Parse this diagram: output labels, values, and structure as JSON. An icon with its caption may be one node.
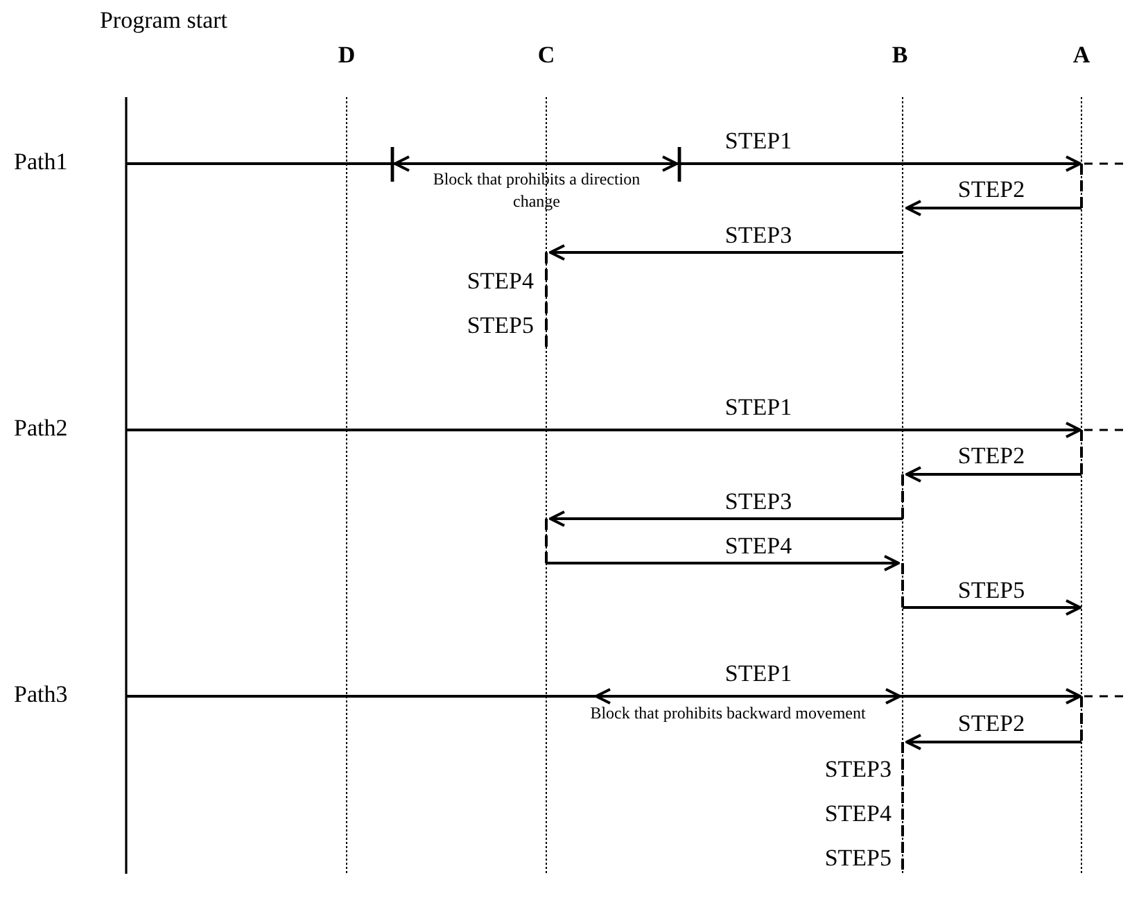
{
  "diagram": {
    "labels": [
      "Program start",
      "D",
      "C",
      "B",
      "A",
      "Path1",
      "STEP1",
      "Block that prohibits a direction change",
      "STEP2",
      "STEP3",
      "STEP4",
      "STEP5",
      "Path2",
      "STEP1",
      "STEP2",
      "STEP3",
      "STEP4",
      "STEP5",
      "Path3",
      "STEP1",
      "Block that prohibits backward movement",
      "STEP2",
      "STEP3",
      "STEP4",
      "STEP5"
    ]
  }
}
